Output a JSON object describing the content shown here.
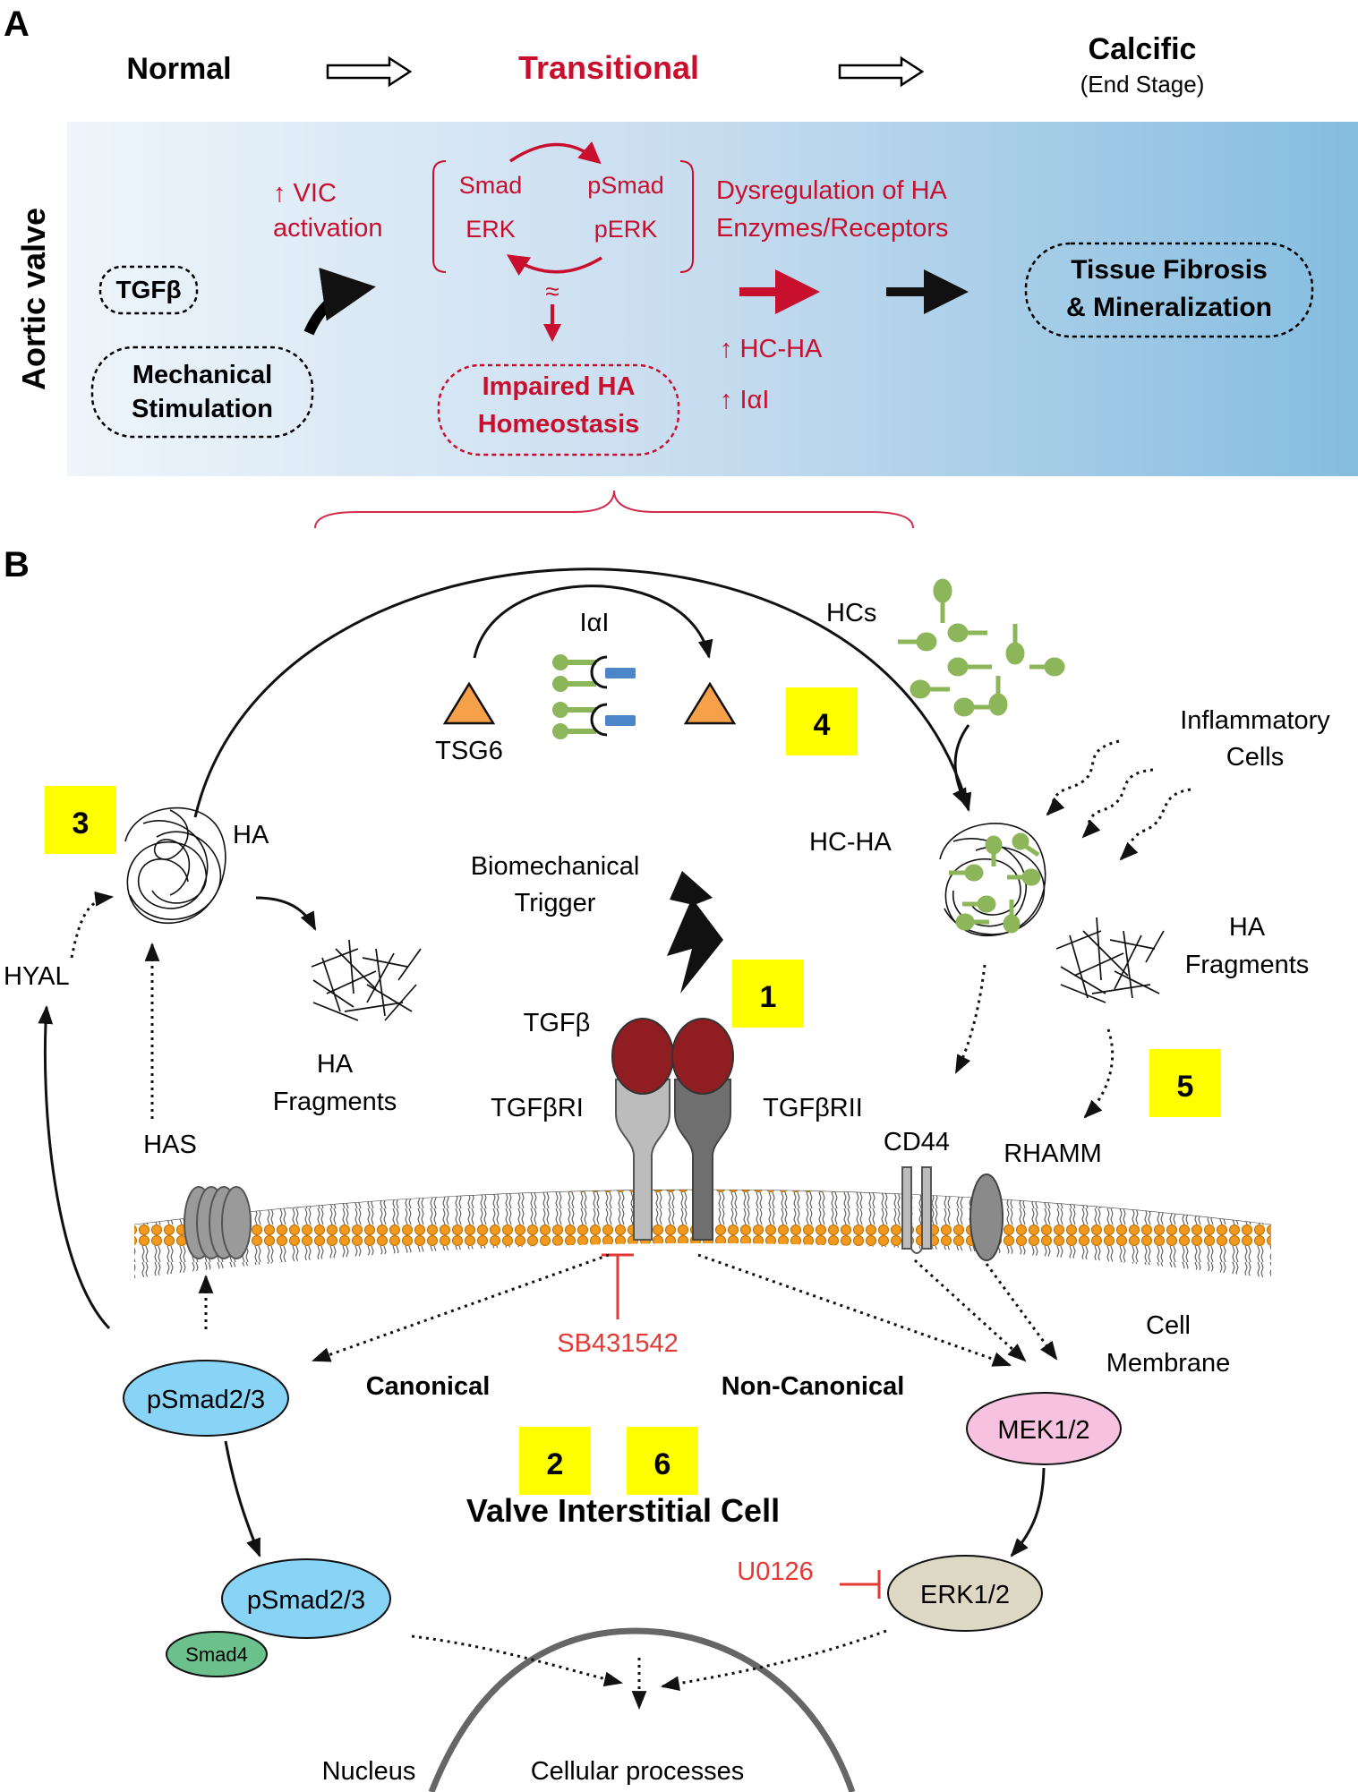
{
  "colors": {
    "red": "#c8102e",
    "bright_red": "#e53935",
    "yellow": "#ffff00",
    "blue_light": "#eaf3fb",
    "blue_dark": "#7fb6dc",
    "smad_blue": "#88d4f7",
    "smad4_green": "#6cc08b",
    "mek_pink": "#f6c2df",
    "erk_tan": "#dcd8c4",
    "hc_green": "#8db55a",
    "iai_blue": "#4a86c8",
    "tsg6_orange": "#f7a04a",
    "tgfb_red": "#8f1d21",
    "lipid_orange": "#f39a1e"
  },
  "panel_a": {
    "label": "A",
    "stages": {
      "normal": "Normal",
      "transitional": "Transitional",
      "calcific": "Calcific",
      "calcific_sub": "(End Stage)"
    },
    "side_label": "Aortic valve",
    "inputs": {
      "tgfb": "TGFβ",
      "mech_line1": "Mechanical",
      "mech_line2": "Stimulation"
    },
    "vic_line1": "↑ VIC",
    "vic_line2": "activation",
    "cycle": {
      "smad": "Smad",
      "psmad": "pSmad",
      "erk": "ERK",
      "perk": "pERK",
      "approx": "≈"
    },
    "impaired_line1": "Impaired HA",
    "impaired_line2": "Homeostasis",
    "dysreg_line1": "Dysregulation of HA",
    "dysreg_line2": "Enzymes/Receptors",
    "up_hcha": "↑ HC-HA",
    "up_iai": "↑ IαI",
    "fibrosis_line1": "Tissue Fibrosis",
    "fibrosis_line2": "& Mineralization"
  },
  "panel_b": {
    "label": "B",
    "iai": "IαI",
    "tsg6": "TSG6",
    "hcs": "HCs",
    "inflammatory_line1": "Inflammatory",
    "inflammatory_line2": "Cells",
    "ha": "HA",
    "hc_ha": "HC-HA",
    "biomech_line1": "Biomechanical",
    "biomech_line2": "Trigger",
    "hyal": "HYAL",
    "has": "HAS",
    "ha_frag_left_line1": "HA",
    "ha_frag_left_line2": "Fragments",
    "ha_frag_right_line1": "HA",
    "ha_frag_right_line2": "Fragments",
    "tgfb": "TGFβ",
    "tgfbri": "TGFβRI",
    "tgfbrii": "TGFβRII",
    "cd44": "CD44",
    "rhamm": "RHAMM",
    "cell_membrane_line1": "Cell",
    "cell_membrane_line2": "Membrane",
    "sb": "SB431542",
    "canonical": "Canonical",
    "noncanonical": "Non-Canonical",
    "psmad_top": "pSmad2/3",
    "psmad_bottom": "pSmad2/3",
    "smad4": "Smad4",
    "mek": "MEK1/2",
    "erk": "ERK1/2",
    "u0126": "U0126",
    "vic_title": "Valve Interstitial Cell",
    "nucleus": "Nucleus",
    "cell_processes": "Cellular processes",
    "badges": [
      "1",
      "2",
      "3",
      "4",
      "5",
      "6"
    ]
  }
}
